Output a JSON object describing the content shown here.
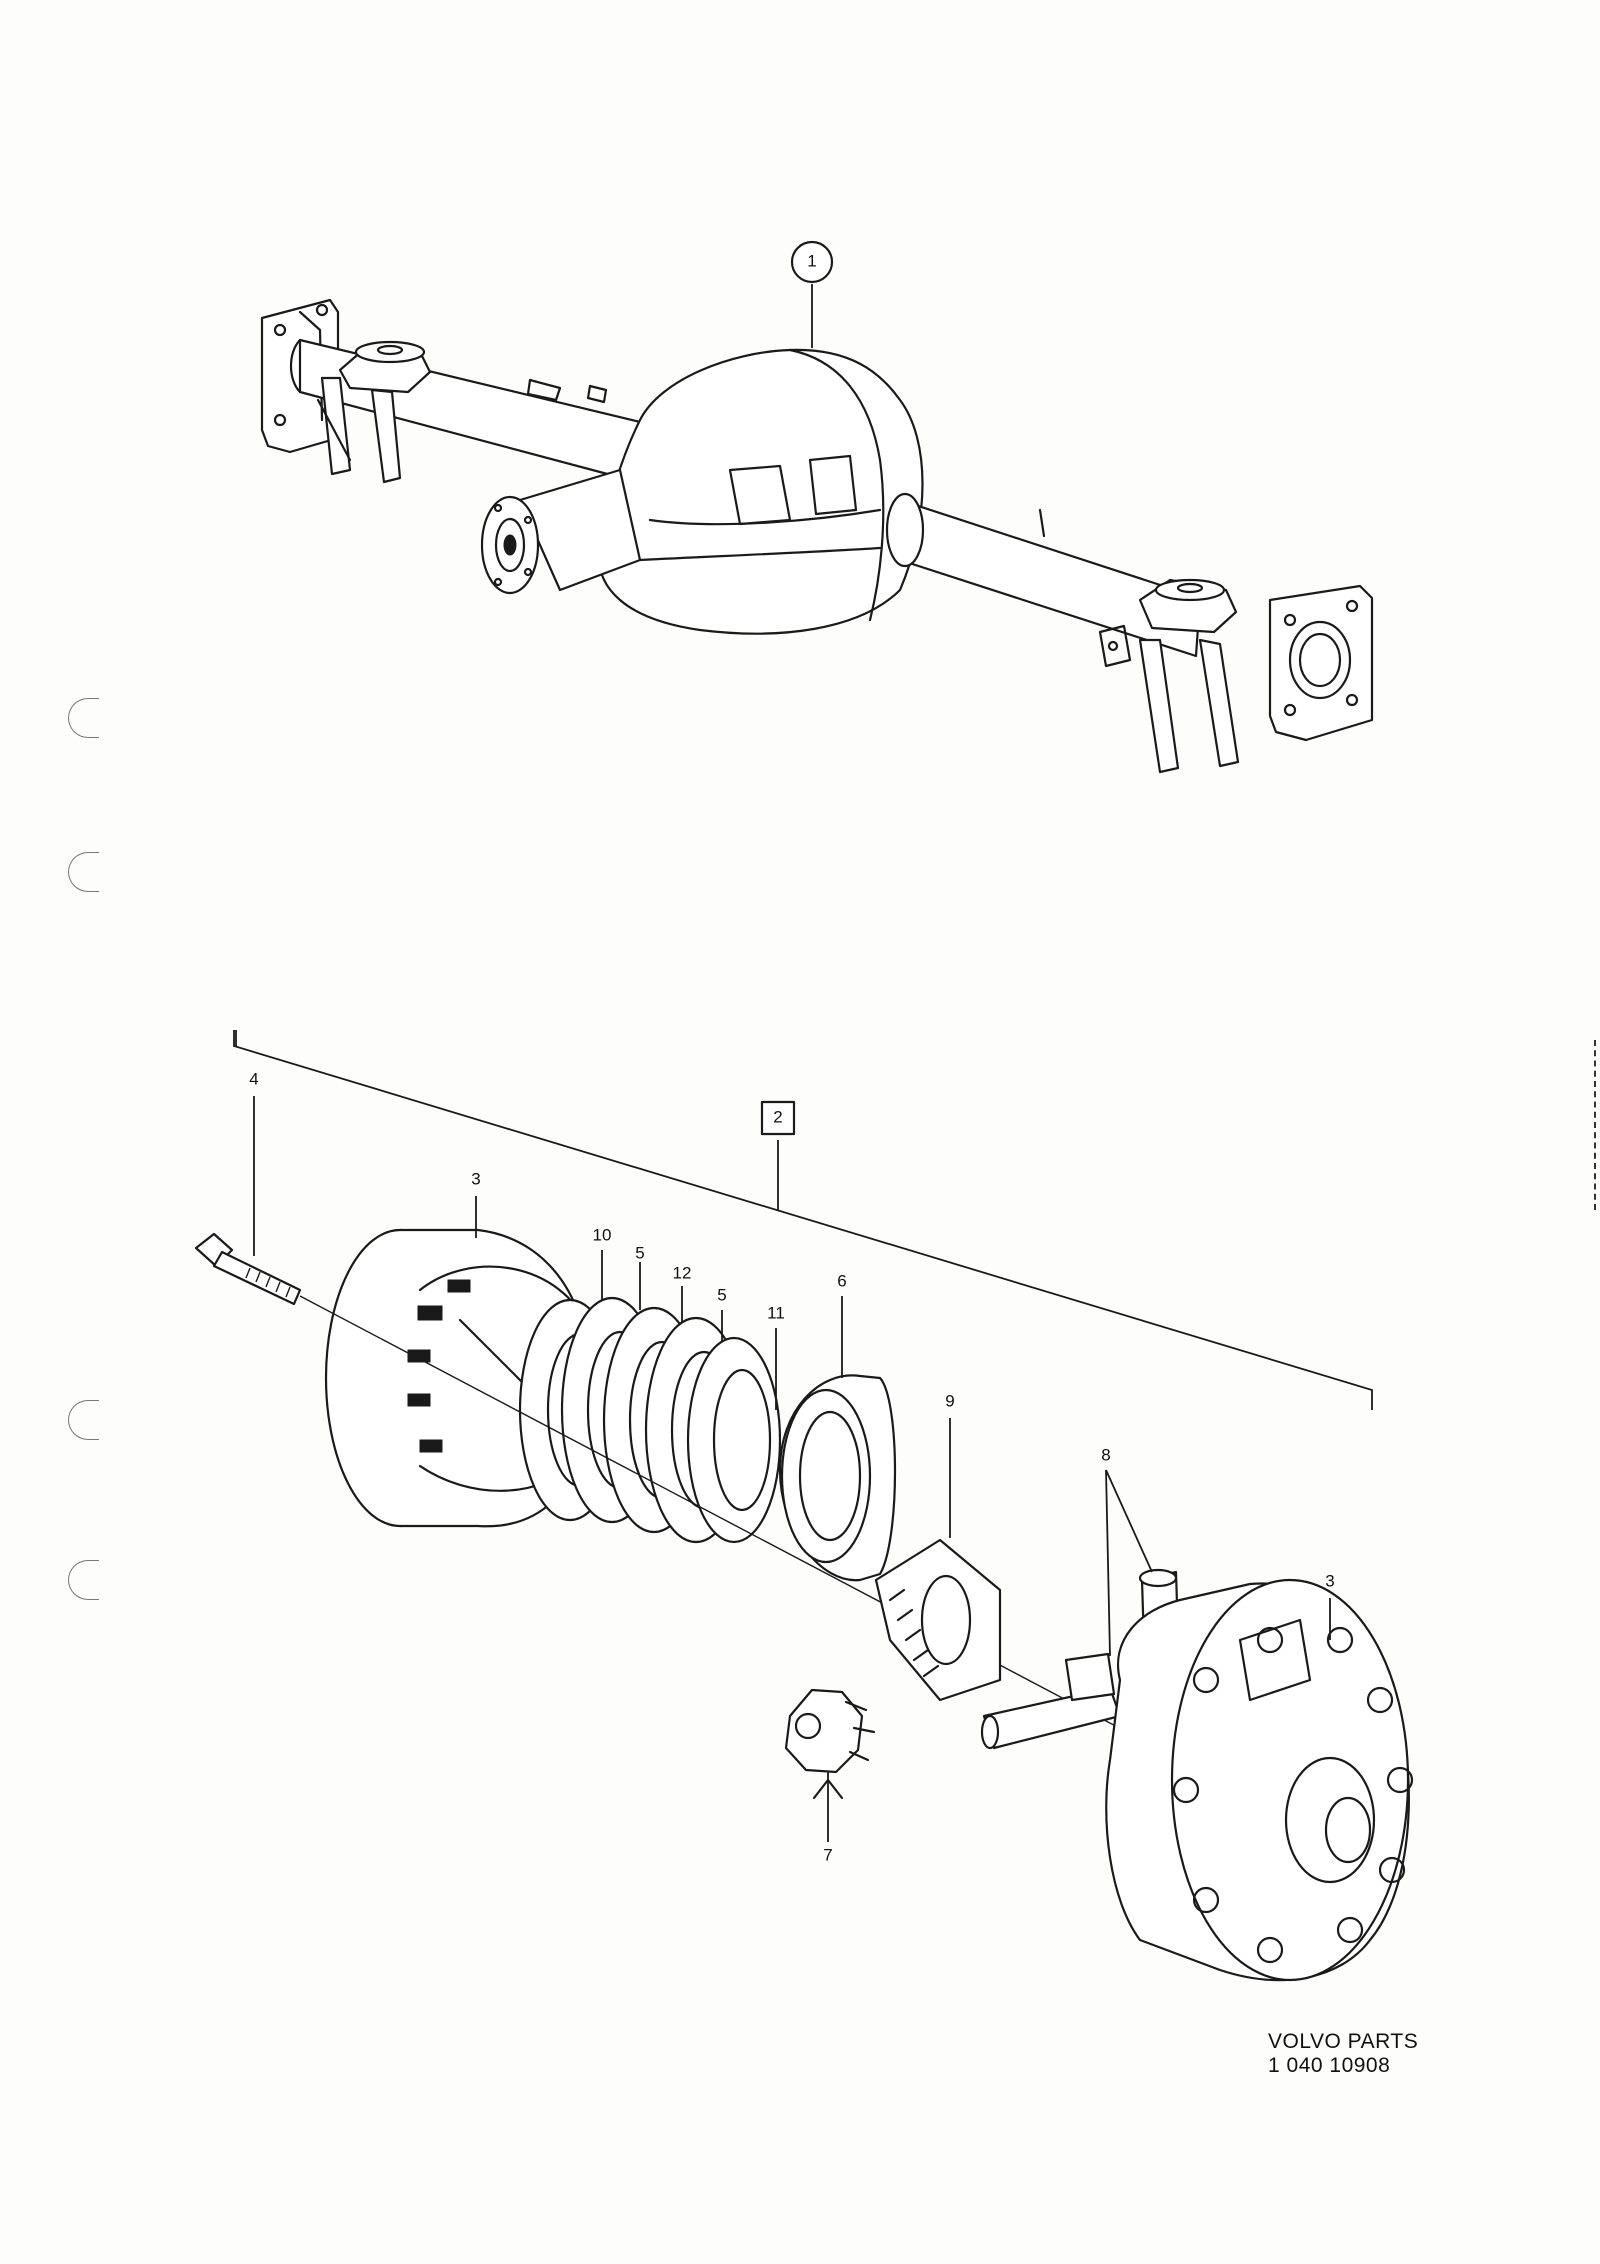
{
  "callouts": [
    {
      "id": "c1",
      "label": "1",
      "shape": "circle"
    },
    {
      "id": "c2",
      "label": "2",
      "shape": "square"
    },
    {
      "id": "c3a",
      "label": "3"
    },
    {
      "id": "c3b",
      "label": "3"
    },
    {
      "id": "c4",
      "label": "4"
    },
    {
      "id": "c5a",
      "label": "5"
    },
    {
      "id": "c5b",
      "label": "5"
    },
    {
      "id": "c6",
      "label": "6"
    },
    {
      "id": "c7",
      "label": "7"
    },
    {
      "id": "c8",
      "label": "8"
    },
    {
      "id": "c9",
      "label": "9"
    },
    {
      "id": "c10",
      "label": "10"
    },
    {
      "id": "c11",
      "label": "11"
    },
    {
      "id": "c12",
      "label": "12"
    }
  ],
  "footer": {
    "brand": "VOLVO PARTS",
    "part_number": "1 040 10908"
  },
  "colors": {
    "ink": "#1a1a1a",
    "paper": "#fdfdfb"
  }
}
